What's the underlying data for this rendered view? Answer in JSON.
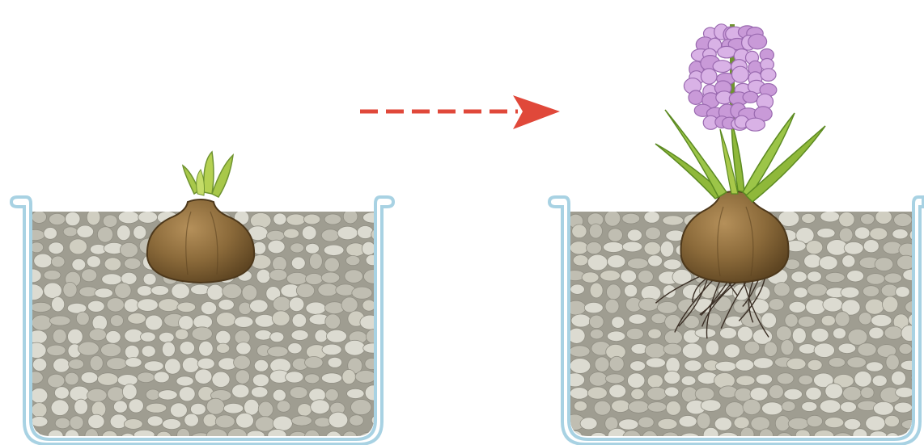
{
  "stages": [
    {
      "name": "bulb-sprouting",
      "root_count": 0,
      "has_flower": false
    },
    {
      "name": "bulb-flowering",
      "root_count": 14,
      "has_flower": true
    }
  ],
  "transition_arrow": {
    "style": "dashed",
    "direction": "right"
  },
  "colors": {
    "background": "#ffffff",
    "container_outline": "#a8d2e3",
    "container_fill": "#e8f3f7",
    "pebble_base": "#b8b3a3",
    "pebble_light": "#d9d6c8",
    "pebble_dark": "#8f8a7b",
    "bulb": "#8b6a3a",
    "bulb_dark": "#5e4522",
    "bulb_light": "#b08a52",
    "sprout": "#a8c84a",
    "leaf": "#8fb83a",
    "leaf_dark": "#5c8a22",
    "flower": "#c99ad8",
    "flower_dark": "#9a6ab0",
    "root": "#3a2e24",
    "arrow": "#e0483a"
  }
}
